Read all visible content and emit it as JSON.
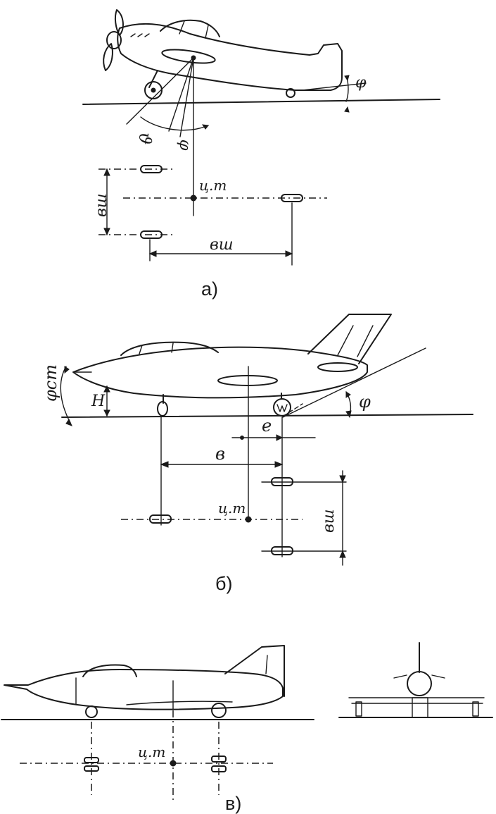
{
  "panels": [
    {
      "id": "a",
      "caption": "а)",
      "labels": {
        "cg": "ц.т",
        "track": "вш",
        "base": "вш",
        "angle1": "ϑ",
        "angle2": "φ",
        "angle3": "φ"
      }
    },
    {
      "id": "b",
      "caption": "б)",
      "labels": {
        "stand_angle": "φст",
        "height": "H",
        "tail_angle": "φ",
        "offset": "e",
        "base": "в",
        "cg": "ц.т",
        "track": "вш"
      }
    },
    {
      "id": "v",
      "caption": "в)",
      "labels": {
        "cg": "ц.т"
      }
    }
  ]
}
